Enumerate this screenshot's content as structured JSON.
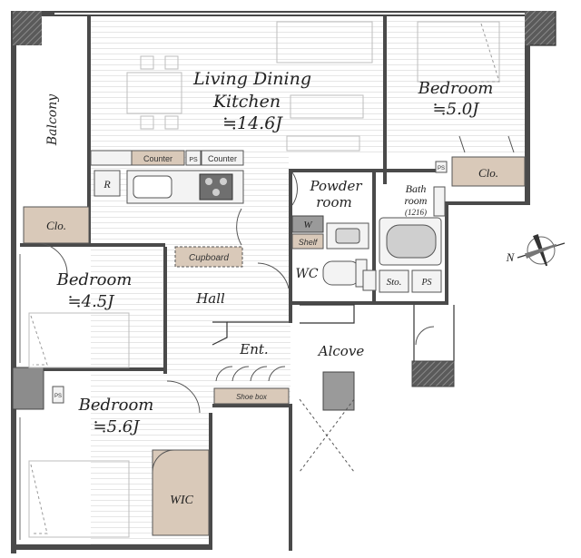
{
  "rooms": {
    "ldk_name_1": "Living Dining",
    "ldk_name_2": "Kitchen",
    "ldk_size": "≒14.6J",
    "bedroom_ne_name": "Bedroom",
    "bedroom_ne_size": "≒5.0J",
    "bedroom_w_name": "Bedroom",
    "bedroom_w_size": "≒4.5J",
    "bedroom_sw_name": "Bedroom",
    "bedroom_sw_size": "≒5.6J",
    "balcony": "Balcony",
    "hall": "Hall",
    "entrance": "Ent.",
    "alcove": "Alcove",
    "powder_1": "Powder",
    "powder_2": "room",
    "bath_1": "Bath",
    "bath_2": "room",
    "bath_size": "(1216)",
    "wc": "WC",
    "wic": "WIC"
  },
  "storage": {
    "clo_ne": "Clo.",
    "clo_w": "Clo.",
    "cupboard": "Cupboard",
    "shoe_box": "Shoe box",
    "sto": "Sto.",
    "shelf": "Shelf"
  },
  "fixtures": {
    "counter_1": "Counter",
    "counter_2": "Counter",
    "ps_1": "PS",
    "ps_2": "PS",
    "ps_3": "PS",
    "ps_4": "PS",
    "refrigerator": "R",
    "washer": "W"
  },
  "compass": {
    "north": "N"
  }
}
